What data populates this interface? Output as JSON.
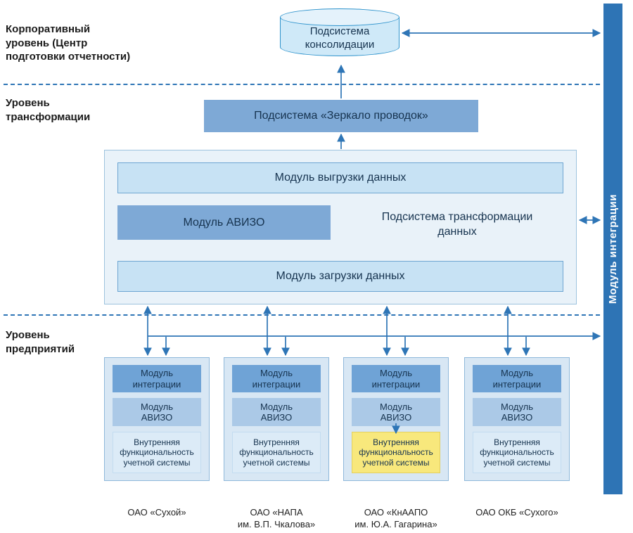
{
  "levels": {
    "corporate": "Корпоративный\nуровень (Центр\nподготовки отчетности)",
    "transformation": "Уровень\nтрансформации",
    "enterprise": "Уровень\nпредприятий"
  },
  "nodes": {
    "consolidation": "Подсистема\nконсолидации",
    "mirror": "Подсистема «Зеркало проводок»",
    "export_module": "Модуль выгрузки данных",
    "avizo_module": "Модуль АВИЗО",
    "transform_subsystem": "Подсистема трансформации\nданных",
    "import_module": "Модуль загрузки данных",
    "integration_bar": "Модуль интеграции"
  },
  "enterprises": [
    {
      "integration": "Модуль\nинтеграции",
      "avizo": "Модуль\nАВИЗО",
      "internal": "Внутренняя\nфункциональность\nучетной системы",
      "caption": "ОАО «Сухой»",
      "highlighted": false
    },
    {
      "integration": "Модуль\nинтеграции",
      "avizo": "Модуль\nАВИЗО",
      "internal": "Внутренняя\nфункциональность\nучетной системы",
      "caption": "ОАО «НАПА\nим. В.П. Чкалова»",
      "highlighted": false
    },
    {
      "integration": "Модуль\nинтеграции",
      "avizo": "Модуль\nАВИЗО",
      "internal": "Внутренняя\nфункциональность\nучетной системы",
      "caption": "ОАО «КнААПО\nим. Ю.А. Гагарина»",
      "highlighted": true
    },
    {
      "integration": "Модуль\nинтеграции",
      "avizo": "Модуль\nАВИЗО",
      "internal": "Внутренняя\nфункциональность\nучетной системы",
      "caption": "ОАО ОКБ «Сухого»",
      "highlighted": false
    }
  ],
  "colors": {
    "accent": "#2e75b6",
    "medium_blue": "#7ea9d6",
    "light_blue": "#c7e2f4",
    "lighter_blue": "#abc9e7",
    "pale_blue": "#dcebf7",
    "container_bg": "#e9f2f9",
    "ent_bg": "#d8e7f4",
    "ent_integration": "#6fa3d6",
    "cylinder_bg": "#cfe9f8",
    "bar_bg": "#2e74b5",
    "highlight_yellow": "#f8e87c",
    "text_dark": "#16334f"
  }
}
